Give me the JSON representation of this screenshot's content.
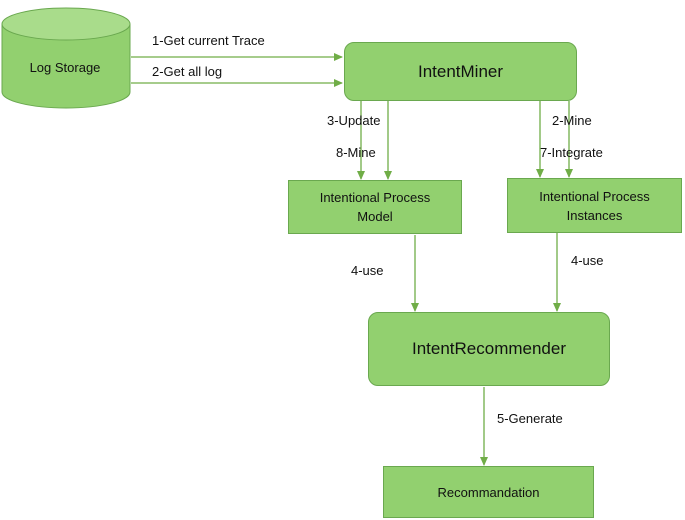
{
  "nodes": {
    "log_storage": "Log Storage",
    "intent_miner": "IntentMiner",
    "process_model": "Intentional Process Model",
    "process_instances": "Intentional Process Instances",
    "intent_recommender": "IntentRecommender",
    "recommandation": "Recommandation"
  },
  "edges": {
    "get_current_trace": "1-Get current Trace",
    "get_all_log": "2-Get all log",
    "update": "3-Update",
    "mine_8": "8-Mine",
    "mine_2": "2-Mine",
    "integrate": "7-Integrate",
    "use_left": "4-use",
    "use_right": "4-use",
    "generate": "5-Generate"
  },
  "colors": {
    "fill": "#92d06f",
    "border": "#6aa84f",
    "arrow": "#70ad47"
  }
}
